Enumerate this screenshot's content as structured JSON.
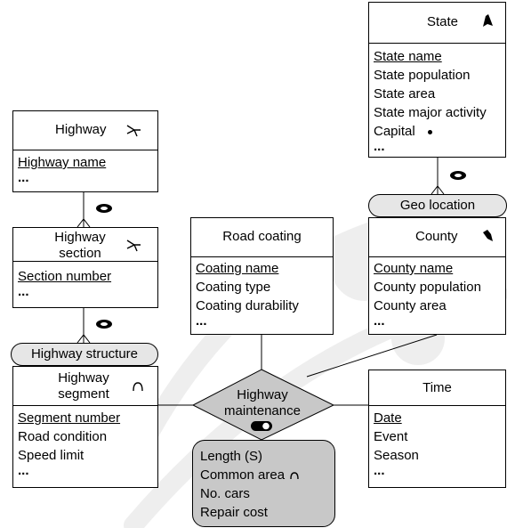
{
  "entities": {
    "state": {
      "name": "State",
      "icon": "area-icon",
      "attributes": [
        "State name",
        "State population",
        "State area",
        "State major activity",
        "Capital",
        "..."
      ],
      "capital_icon": "point-icon"
    },
    "highway": {
      "name": "Highway",
      "icon": "line-icon",
      "attributes": [
        "Highway name",
        "..."
      ]
    },
    "highway_section": {
      "name": "Highway section",
      "icon": "line-icon",
      "attributes": [
        "Section number",
        "..."
      ]
    },
    "highway_segment": {
      "name": "Highway segment",
      "icon": "oriented-line-icon",
      "attributes": [
        "Segment number",
        "Road condition",
        "Speed limit",
        "..."
      ]
    },
    "road_coating": {
      "name": "Road coating",
      "attributes": [
        "Coating name",
        "Coating type",
        "Coating durability",
        "..."
      ]
    },
    "county": {
      "name": "County",
      "icon": "area-icon",
      "attributes": [
        "County name",
        "County population",
        "County area",
        "..."
      ]
    },
    "time": {
      "name": "Time",
      "attributes": [
        "Date",
        "Event",
        "Season",
        "..."
      ]
    }
  },
  "relationships": {
    "geo_location": "Geo location",
    "highway_structure": "Highway structure",
    "highway_maintenance": {
      "name": "Highway maintenance",
      "icon": "toggle-icon",
      "attributes": [
        "Length (S)",
        "Common area",
        "No. cars",
        "Repair cost"
      ]
    }
  },
  "colors": {
    "relationship_fill": "#c8c8c8",
    "role_fill": "#e6e6e6",
    "line": "#000000"
  }
}
